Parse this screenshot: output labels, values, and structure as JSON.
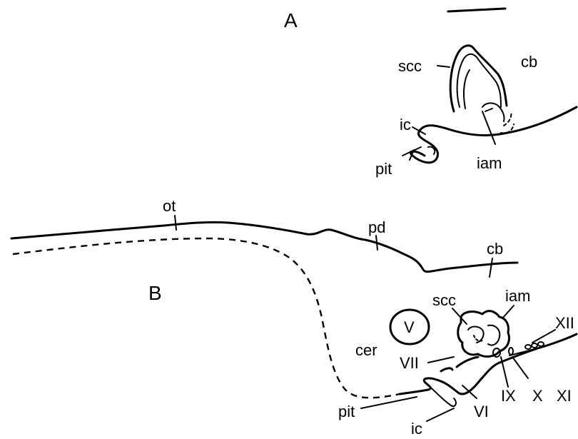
{
  "panel_a": {
    "panel_label": "A",
    "labels": {
      "scc": "scc",
      "cb": "cb",
      "ic": "ic",
      "pit": "pit",
      "iam": "iam"
    }
  },
  "panel_b": {
    "panel_label": "B",
    "labels": {
      "ot": "ot",
      "pd": "pd",
      "cb": "cb",
      "scc": "scc",
      "iam": "iam",
      "xii": "XII",
      "v": "V",
      "cer": "cer",
      "vii": "VII",
      "ix": "IX",
      "x": "X",
      "xi": "XI",
      "pit": "pit",
      "vi": "VI",
      "ic": "ic"
    }
  }
}
